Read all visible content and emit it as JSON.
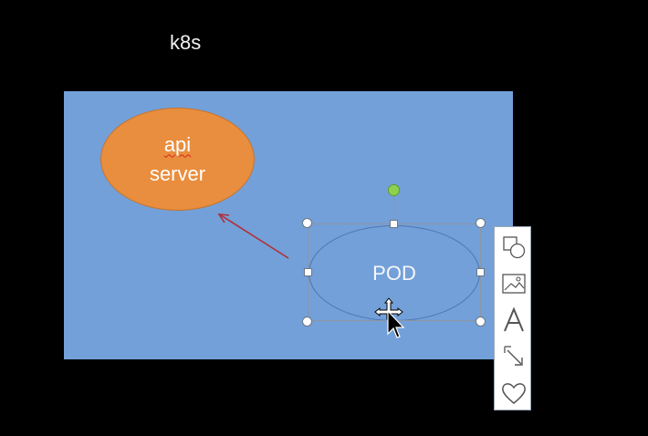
{
  "slide": {
    "title": "k8s"
  },
  "shapes": {
    "api_server": {
      "line1": "api",
      "line2": "server",
      "fill": "#e98e3e"
    },
    "pod": {
      "label": "POD"
    }
  },
  "colors": {
    "background": "#000000",
    "canvas": "#73a0d8",
    "arrow": "#b0303a",
    "rotate_handle": "#8fd14f"
  },
  "toolbar": {
    "items": [
      {
        "name": "shape-styles-icon",
        "tooltip": ""
      },
      {
        "name": "picture-icon",
        "tooltip": ""
      },
      {
        "name": "text-icon",
        "tooltip": ""
      },
      {
        "name": "resize-arrow-icon",
        "tooltip": ""
      },
      {
        "name": "heart-icon",
        "tooltip": ""
      }
    ]
  },
  "cursor": {
    "type": "move-cursor"
  }
}
